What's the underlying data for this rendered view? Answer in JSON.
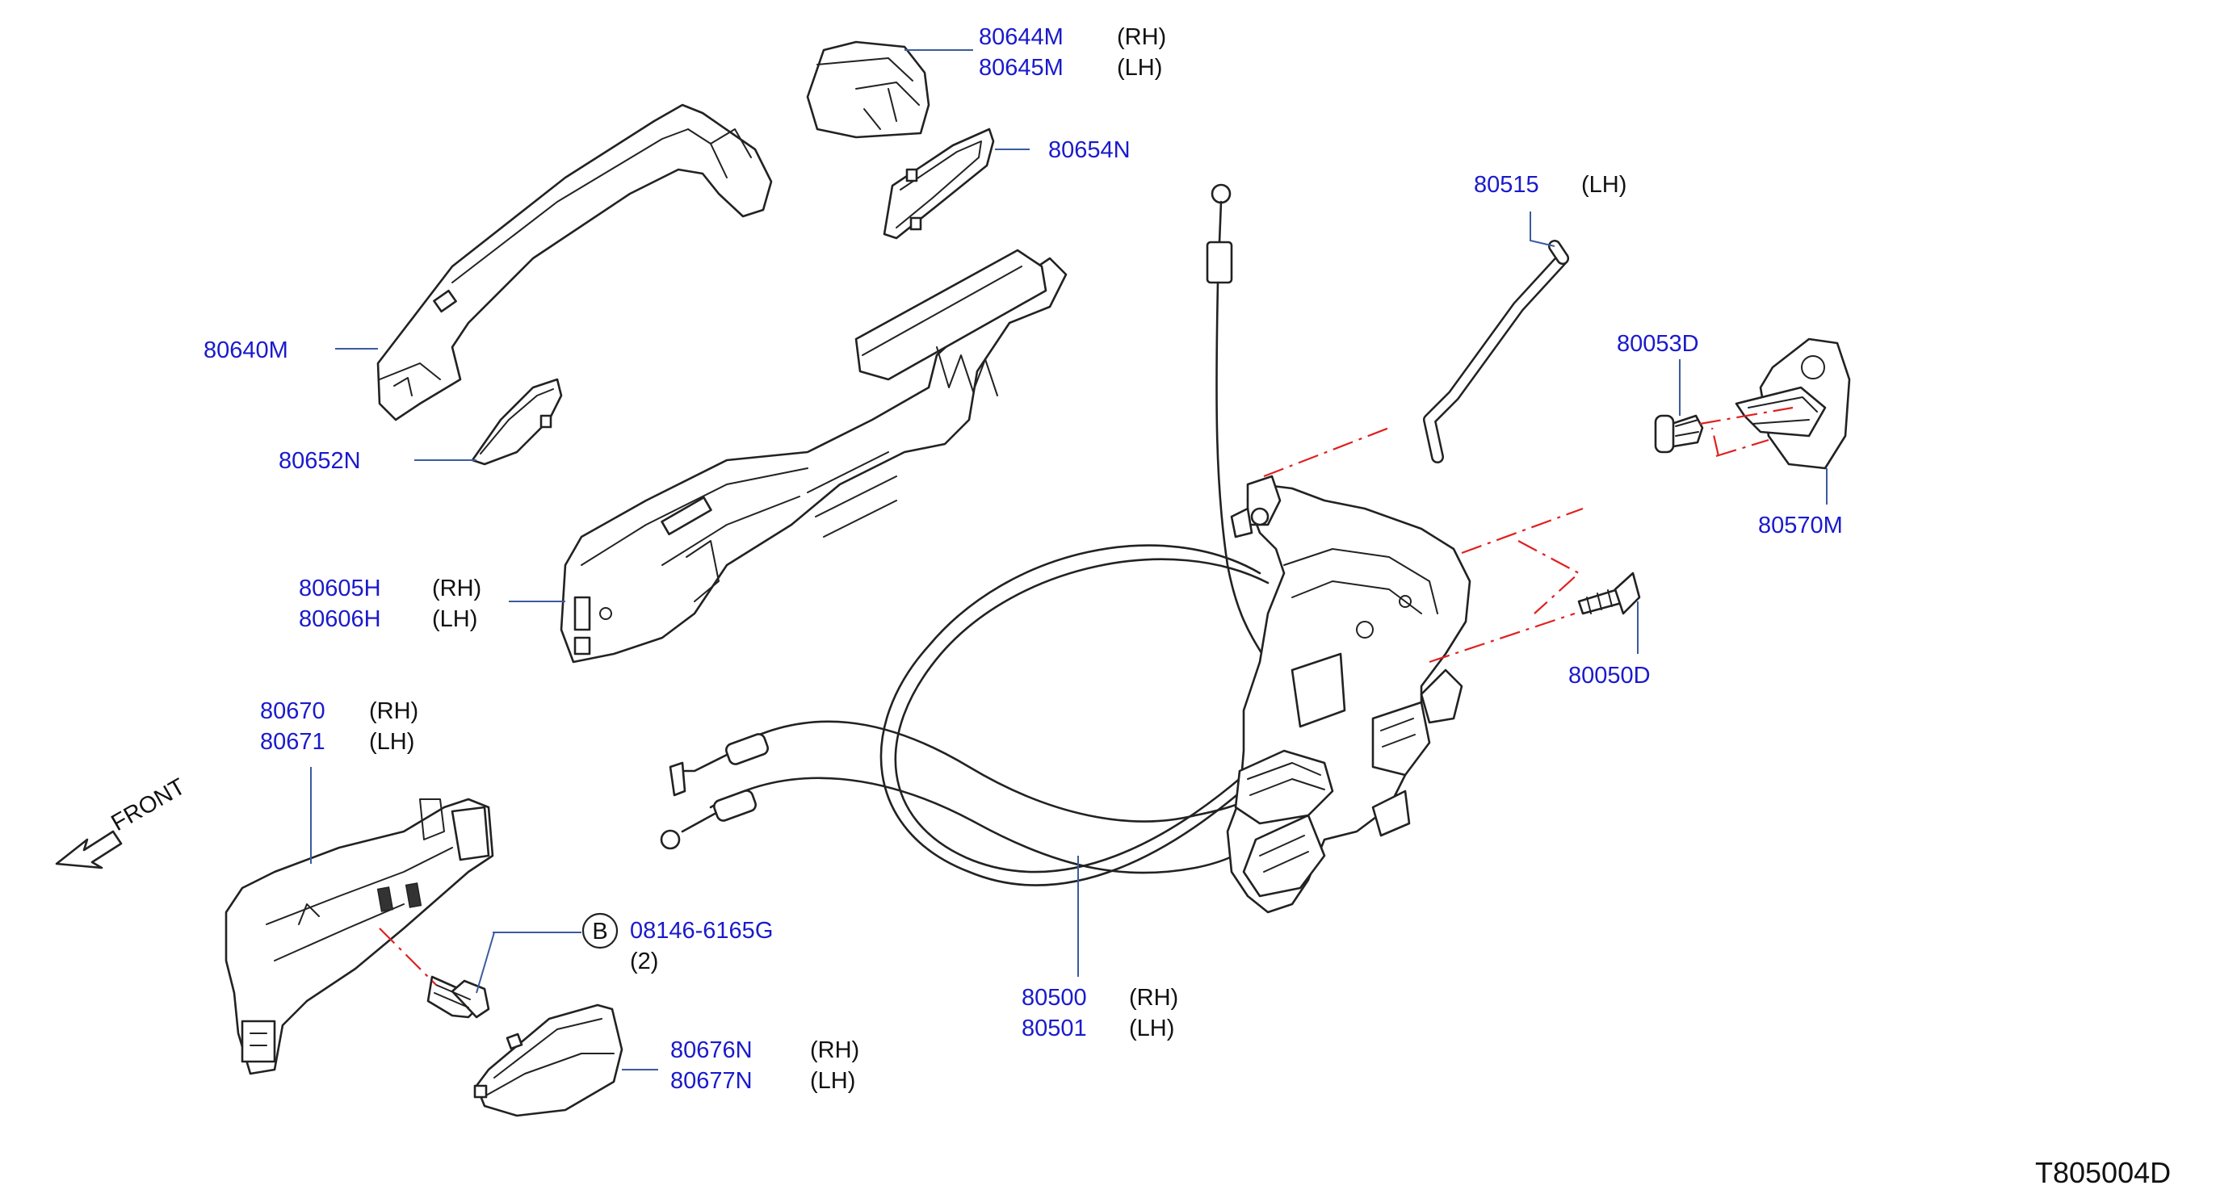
{
  "labels": {
    "p80644M": "80644M",
    "p80644M_side": "(RH)",
    "p80645M": "80645M",
    "p80645M_side": "(LH)",
    "p80654N": "80654N",
    "p80640M": "80640M",
    "p80652N": "80652N",
    "p80605H": "80605H",
    "p80605H_side": "(RH)",
    "p80606H": "80606H",
    "p80606H_side": "(LH)",
    "p80670": "80670",
    "p80670_side": "(RH)",
    "p80671": "80671",
    "p80671_side": "(LH)",
    "front": "FRONT",
    "bolt_callout": "B",
    "p08146": "08146-6165G",
    "p08146_qty": "(2)",
    "p80676N": "80676N",
    "p80676N_side": "(RH)",
    "p80677N": "80677N",
    "p80677N_side": "(LH)",
    "p80515": "80515",
    "p80515_side": "(LH)",
    "p80053D": "80053D",
    "p80570M": "80570M",
    "p80050D": "80050D",
    "p80500": "80500",
    "p80500_side": "(RH)",
    "p80501": "80501",
    "p80501_side": "(LH)",
    "diagram_ref": "T805004D"
  },
  "colors": {
    "part_number": "#1a1acc",
    "leader": "#3b5b9e",
    "alignment": "#e02020",
    "line_art": "#222222"
  }
}
